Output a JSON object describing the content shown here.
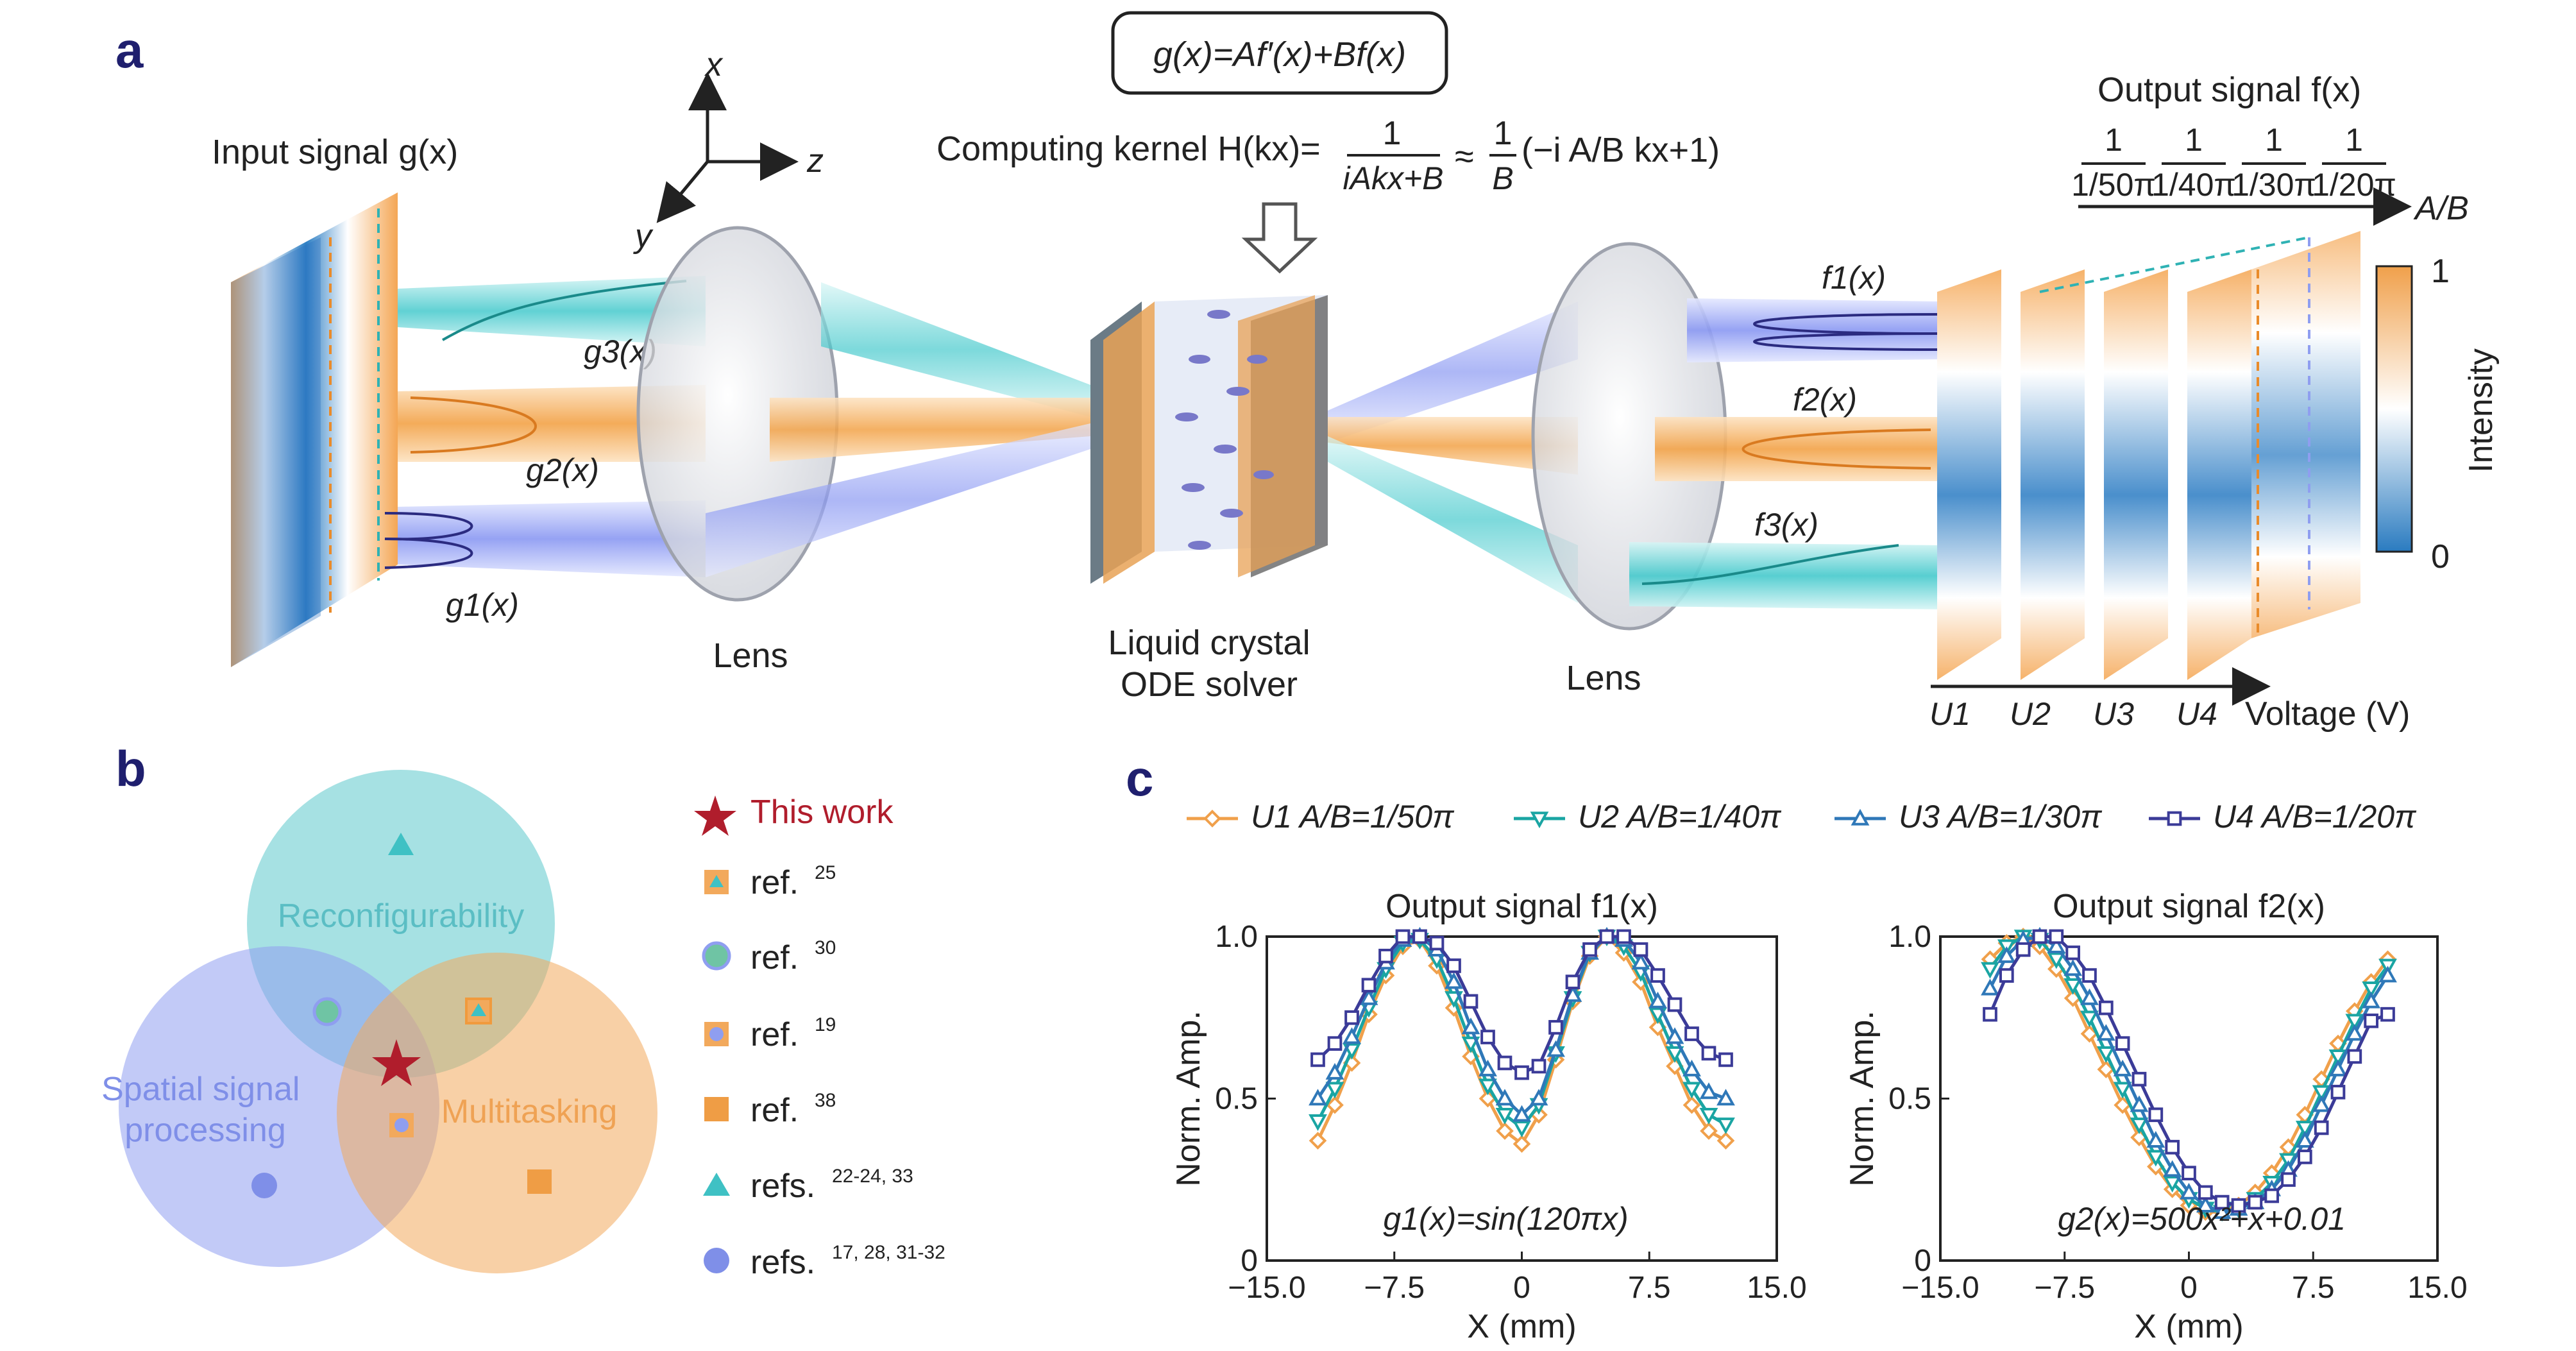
{
  "panel_a": {
    "label": "a",
    "equation": "g(x)=Af′(x)+Bf(x)",
    "kernel_label": "Computing kernel H(kx)=",
    "kernel_frac1_num": "1",
    "kernel_frac1_den": "iAkx+B",
    "approx": "≈",
    "kernel_frac2_num": "1",
    "kernel_frac2_den": "B",
    "kernel_tail": "(−i A/B kx+1)",
    "input_label": "Input signal g(x)",
    "output_label": "Output signal f(x)",
    "axes": {
      "x": "x",
      "y": "y",
      "z": "z"
    },
    "g_labels": [
      "g3(x)",
      "g2(x)",
      "g1(x)"
    ],
    "f_labels": [
      "f1(x)",
      "f2(x)",
      "f3(x)"
    ],
    "lens_left": "Lens",
    "lens_right": "Lens",
    "solver_line1": "Liquid crystal",
    "solver_line2": "ODE solver",
    "ratio_fracs": [
      "1/50π",
      "1/40π",
      "1/30π",
      "1/20π"
    ],
    "ratio_axis": "A/B",
    "voltages": [
      "U1",
      "U2",
      "U3",
      "U4"
    ],
    "voltage_axis": "Voltage (V)",
    "colorbar": {
      "title": "Intensity",
      "max": "1",
      "min": "0",
      "low_color": "#2a7bc0",
      "high_color": "#f0a04b"
    }
  },
  "panel_b": {
    "label": "b",
    "circles": [
      {
        "name": "Reconfigurability",
        "color": "#5cc8cc"
      },
      {
        "name": "Spatial signal processing",
        "color": "#8f9ef0"
      },
      {
        "name": "Multitasking",
        "color": "#f2a95c"
      }
    ],
    "legend": [
      {
        "marker": "star",
        "text": "This work",
        "sup": ""
      },
      {
        "marker": "square-triangle",
        "text": "ref.",
        "sup": "25"
      },
      {
        "marker": "circle-teal",
        "text": "ref.",
        "sup": "30"
      },
      {
        "marker": "square-circle",
        "text": "ref.",
        "sup": "19"
      },
      {
        "marker": "square",
        "text": "ref.",
        "sup": "38"
      },
      {
        "marker": "triangle",
        "text": "refs.",
        "sup": "22-24, 33"
      },
      {
        "marker": "circle",
        "text": "refs.",
        "sup": "17, 28, 31-32"
      }
    ]
  },
  "panel_c": {
    "label": "c"
  },
  "chart_data": [
    {
      "type": "line",
      "title": "Output signal f1(x)",
      "xlabel": "X (mm)",
      "ylabel": "Norm. Amp.",
      "annotation": "g1(x)=sin(120πx)",
      "xlim": [
        -15,
        15
      ],
      "ylim": [
        0,
        1
      ],
      "xticks": [
        "−15.0",
        "−7.5",
        "0",
        "7.5",
        "15.0"
      ],
      "yticks": [
        "0",
        "0.5",
        "1.0"
      ],
      "x": [
        -12,
        -11,
        -10,
        -9,
        -8,
        -7,
        -6,
        -5,
        -4,
        -3,
        -2,
        -1,
        0,
        1,
        2,
        3,
        4,
        5,
        6,
        7,
        8,
        9,
        10,
        11,
        12
      ],
      "series": [
        {
          "name": "U1 A/B=1/50π",
          "color": "#f0a04b",
          "values": [
            0.37,
            0.48,
            0.61,
            0.76,
            0.88,
            0.97,
            0.99,
            0.91,
            0.78,
            0.63,
            0.5,
            0.4,
            0.36,
            0.45,
            0.62,
            0.8,
            0.94,
            1.0,
            0.95,
            0.86,
            0.72,
            0.6,
            0.48,
            0.4,
            0.37
          ]
        },
        {
          "name": "U2 A/B=1/40π",
          "color": "#1aa5a3",
          "values": [
            0.43,
            0.53,
            0.65,
            0.78,
            0.9,
            0.98,
            0.99,
            0.93,
            0.81,
            0.67,
            0.54,
            0.45,
            0.41,
            0.48,
            0.64,
            0.81,
            0.95,
            1.0,
            0.97,
            0.89,
            0.76,
            0.64,
            0.53,
            0.45,
            0.42
          ]
        },
        {
          "name": "U3 A/B=1/30π",
          "color": "#2f78b8",
          "values": [
            0.5,
            0.58,
            0.69,
            0.81,
            0.92,
            0.99,
            1.0,
            0.96,
            0.86,
            0.72,
            0.59,
            0.5,
            0.45,
            0.5,
            0.65,
            0.82,
            0.95,
            1.0,
            0.99,
            0.92,
            0.8,
            0.69,
            0.59,
            0.52,
            0.5
          ]
        },
        {
          "name": "U4 A/B=1/20π",
          "color": "#3b3b98",
          "values": [
            0.62,
            0.67,
            0.75,
            0.85,
            0.94,
            1.0,
            1.0,
            0.98,
            0.91,
            0.8,
            0.69,
            0.61,
            0.58,
            0.6,
            0.72,
            0.86,
            0.96,
            1.0,
            1.0,
            0.96,
            0.88,
            0.79,
            0.7,
            0.64,
            0.62
          ]
        }
      ]
    },
    {
      "type": "line",
      "title": "Output signal f2(x)",
      "xlabel": "X (mm)",
      "ylabel": "Norm. Amp.",
      "annotation": "g2(x)=500x²+x+0.01",
      "xlim": [
        -15,
        15
      ],
      "ylim": [
        0,
        1
      ],
      "xticks": [
        "−15.0",
        "−7.5",
        "0",
        "7.5",
        "15.0"
      ],
      "yticks": [
        "0",
        "0.5",
        "1.0"
      ],
      "x": [
        -12,
        -11,
        -10,
        -9,
        -8,
        -7,
        -6,
        -5,
        -4,
        -3,
        -2,
        -1,
        0,
        1,
        2,
        3,
        4,
        5,
        6,
        7,
        8,
        9,
        10,
        11,
        12
      ],
      "series": [
        {
          "name": "U1 A/B=1/50π",
          "color": "#f0a04b",
          "values": [
            0.93,
            0.98,
            1.0,
            0.97,
            0.9,
            0.81,
            0.7,
            0.59,
            0.48,
            0.38,
            0.29,
            0.22,
            0.17,
            0.15,
            0.15,
            0.17,
            0.21,
            0.27,
            0.35,
            0.45,
            0.56,
            0.67,
            0.77,
            0.86,
            0.93
          ]
        },
        {
          "name": "U2 A/B=1/40π",
          "color": "#1aa5a3",
          "values": [
            0.9,
            0.97,
            1.0,
            0.99,
            0.93,
            0.85,
            0.75,
            0.64,
            0.53,
            0.42,
            0.32,
            0.24,
            0.19,
            0.16,
            0.15,
            0.16,
            0.19,
            0.24,
            0.31,
            0.41,
            0.52,
            0.63,
            0.74,
            0.84,
            0.91
          ]
        },
        {
          "name": "U3 A/B=1/30π",
          "color": "#2f78b8",
          "values": [
            0.84,
            0.94,
            0.99,
            1.0,
            0.97,
            0.9,
            0.81,
            0.7,
            0.59,
            0.48,
            0.37,
            0.28,
            0.21,
            0.17,
            0.15,
            0.16,
            0.18,
            0.22,
            0.28,
            0.37,
            0.48,
            0.59,
            0.7,
            0.8,
            0.88
          ]
        },
        {
          "name": "U4 A/B=1/20π",
          "color": "#3b3b98",
          "values": [
            0.76,
            0.88,
            0.96,
            1.0,
            1.0,
            0.95,
            0.88,
            0.78,
            0.67,
            0.56,
            0.45,
            0.35,
            0.27,
            0.21,
            0.18,
            0.17,
            0.18,
            0.2,
            0.25,
            0.32,
            0.41,
            0.52,
            0.63,
            0.74,
            0.76
          ]
        }
      ]
    }
  ]
}
